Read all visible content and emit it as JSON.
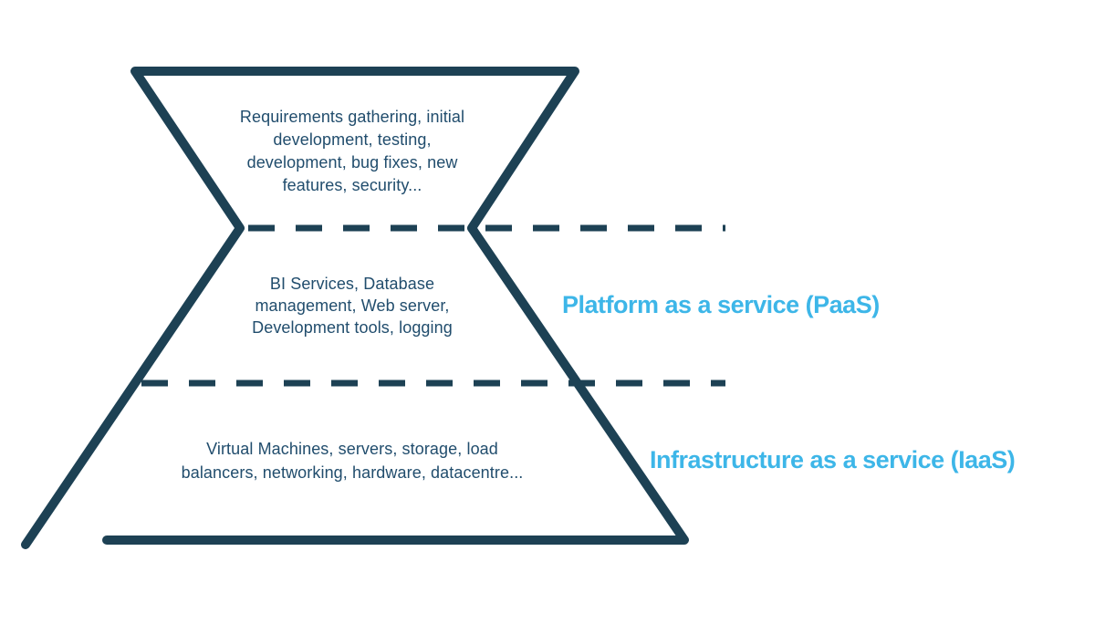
{
  "colors": {
    "outline_navy": "#1d4154",
    "inner_text_navy": "#214d6d",
    "label_blue": "#3db6e8",
    "background": "#ffffff"
  },
  "funnel": {
    "sections": [
      {
        "name": "application-management",
        "text": "Requirements gathering, initial\ndevelopment, testing,\ndevelopment, bug fixes, new\nfeatures, security..."
      },
      {
        "name": "platform",
        "text": "BI Services, Database\nmanagement, Web server,\nDevelopment tools, logging"
      },
      {
        "name": "infrastructure",
        "text": "Virtual Machines, servers, storage, load\nbalancers, networking, hardware, datacentre..."
      }
    ],
    "labels": [
      {
        "name": "paas",
        "text": "Platform as a service (PaaS)"
      },
      {
        "name": "iaas",
        "text": "Infrastructure as a service (IaaS)"
      }
    ]
  }
}
